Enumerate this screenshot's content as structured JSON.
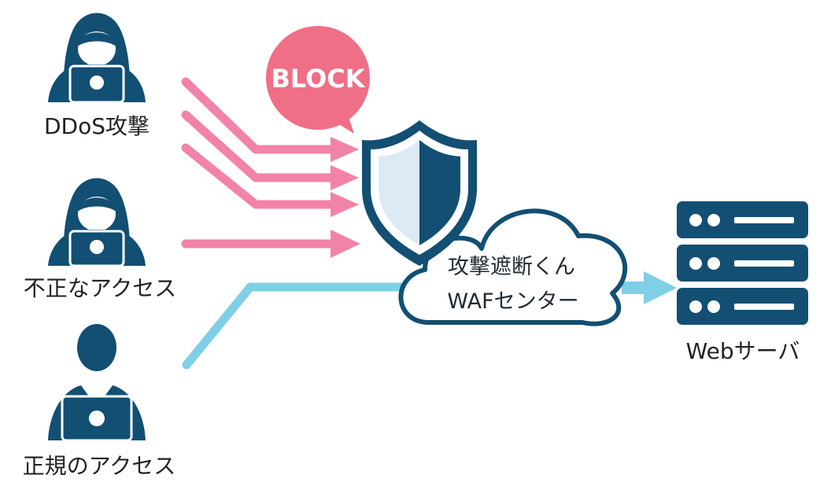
{
  "colors": {
    "navy": "#124f73",
    "attack_arrow": "#f283a8",
    "normal_arrow": "#7fcfe6",
    "block_bubble": "#ef6f86",
    "shield_light": "#ddeaf6",
    "white": "#ffffff"
  },
  "labels": {
    "ddos": "DDoS攻撃",
    "unauthorized": "不正なアクセス",
    "legit": "正規のアクセス",
    "block": "BLOCK",
    "waf_line1": "攻撃遮断くん",
    "waf_line2": "WAFセンター",
    "server": "Webサーバ"
  },
  "icons": {
    "attacker_1": "hooded-hacker-icon",
    "attacker_2": "hooded-hacker-icon",
    "legit_user": "user-laptop-icon",
    "shield": "shield-icon",
    "cloud": "cloud-icon",
    "server": "server-rack-icon"
  }
}
